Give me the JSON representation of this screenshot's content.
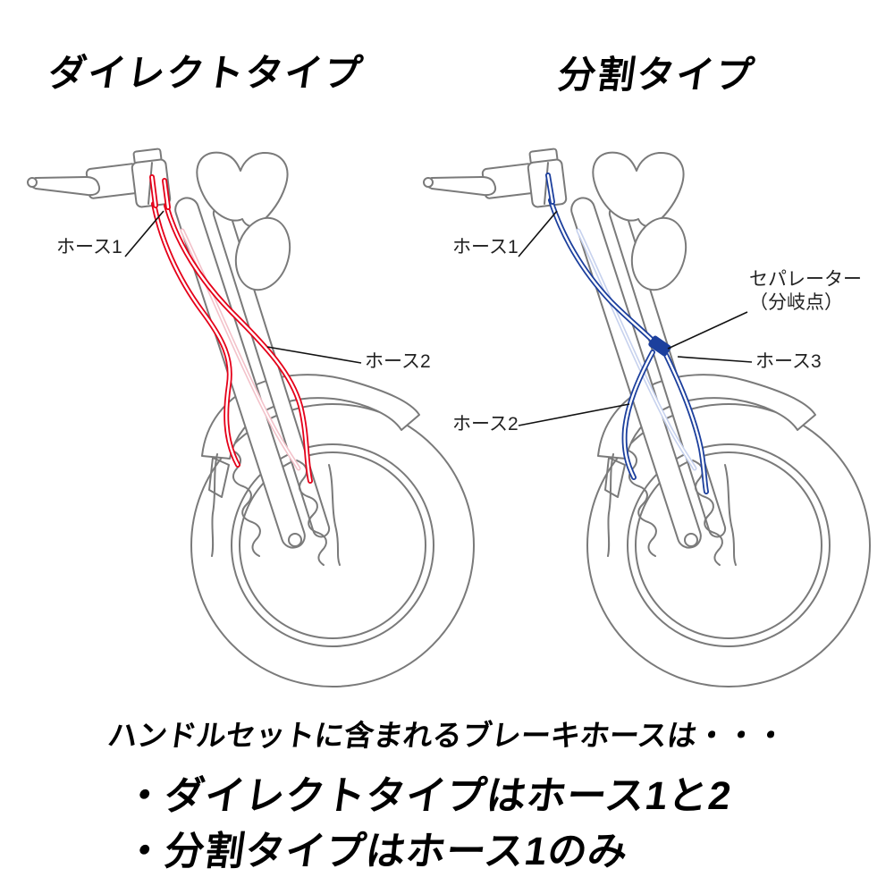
{
  "titles": {
    "left": "ダイレクトタイプ",
    "right": "分割タイプ"
  },
  "left_diagram": {
    "type_name": "ダイレクトタイプ",
    "hose_color": "#e50019",
    "labels": {
      "hose1": "ホース1",
      "hose2": "ホース2"
    }
  },
  "right_diagram": {
    "type_name": "分割タイプ",
    "hose_color": "#1c3f9d",
    "labels": {
      "hose1": "ホース1",
      "separator_line1": "セパレーター",
      "separator_line2": "（分岐点）",
      "hose3": "ホース3",
      "hose2": "ホース2"
    }
  },
  "footer": {
    "intro": "ハンドルセットに含まれるブレーキホースは・・・",
    "bullet1": "・ダイレクトタイプはホース1と2",
    "bullet2": "・分割タイプはホース1のみ"
  },
  "colors": {
    "lineart_gray": "#7a7a7a",
    "direct_hose_red": "#e50019",
    "split_hose_blue": "#1c3f9d",
    "label_text": "#222222"
  }
}
